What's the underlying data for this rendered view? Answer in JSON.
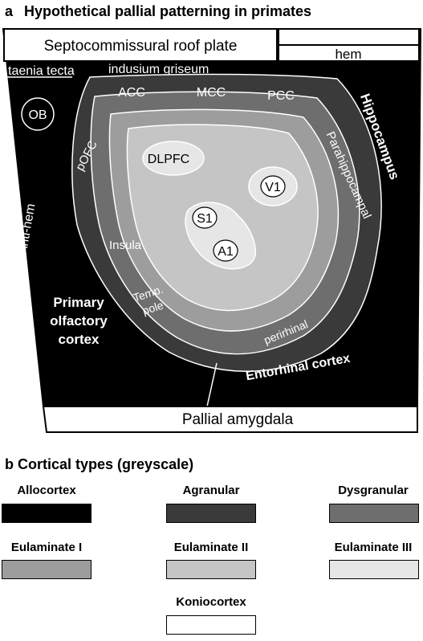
{
  "panel_a": {
    "letter": "a",
    "title": "Hypothetical pallial patterning in primates",
    "labels": {
      "roof_plate": "Septocommissural roof plate",
      "hem": "hem",
      "taenia_tecta": "taenia tecta",
      "indusium_griseum": "indusium griseum",
      "ob": "OB",
      "anti_hem": "Anti-hem",
      "primary_olfactory": [
        "Primary",
        "olfactory",
        "cortex"
      ],
      "hippocampus": "Hippocampus",
      "parahippocampal": "Parahippocampal",
      "entorhinal": "Entorhinal cortex",
      "pallial_amygdala": "Pallial amygdala",
      "acc": "ACC",
      "mcc": "MCC",
      "pcc": "PCC",
      "pofc": "pOFC",
      "dlpfc": "DLPFC",
      "v1": "V1",
      "s1": "S1",
      "a1": "A1",
      "insula": "Insula",
      "temp_pole": [
        "Temp.",
        "pole"
      ],
      "perirhinal": "perirhinal"
    }
  },
  "panel_b": {
    "letter": "b",
    "title": "Cortical types (greyscale)",
    "types": [
      {
        "label": "Allocortex",
        "color": "#000000"
      },
      {
        "label": "Agranular",
        "color": "#3a3a3a"
      },
      {
        "label": "Dysgranular",
        "color": "#6e6e6e"
      },
      {
        "label": "Eulaminate I",
        "color": "#9d9d9d"
      },
      {
        "label": "Eulaminate II",
        "color": "#c5c5c5"
      },
      {
        "label": "Eulaminate III",
        "color": "#e6e6e6"
      },
      {
        "label": "Koniocortex",
        "color": "#ffffff"
      }
    ]
  }
}
